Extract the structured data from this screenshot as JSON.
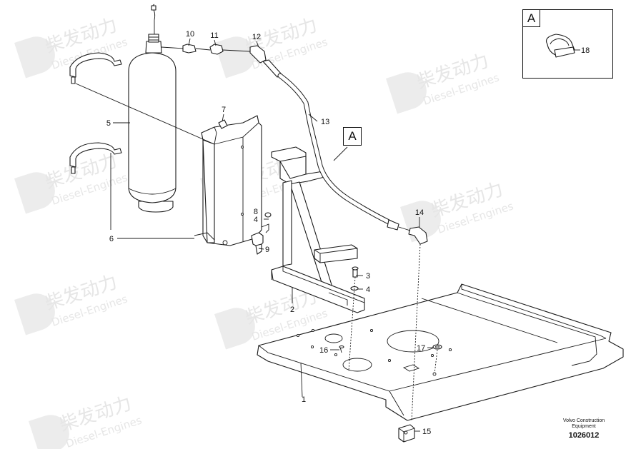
{
  "callouts": {
    "c1": "1",
    "c2": "2",
    "c3": "3",
    "c4a": "4",
    "c4b": "4",
    "c5": "5",
    "c6": "6",
    "c7": "7",
    "c8": "8",
    "c9": "9",
    "c10": "10",
    "c11": "11",
    "c12": "12",
    "c13": "13",
    "c14": "14",
    "c15": "15",
    "c16": "16",
    "c17": "17",
    "c18": "18"
  },
  "view": {
    "detail_letter": "A",
    "marker_letter": "A"
  },
  "watermark": {
    "brand": "柴发动力",
    "sub": "Diesel-Engines"
  },
  "footer": {
    "manufacturer": "Volvo Construction Equipment",
    "drawing_number": "1026012"
  }
}
